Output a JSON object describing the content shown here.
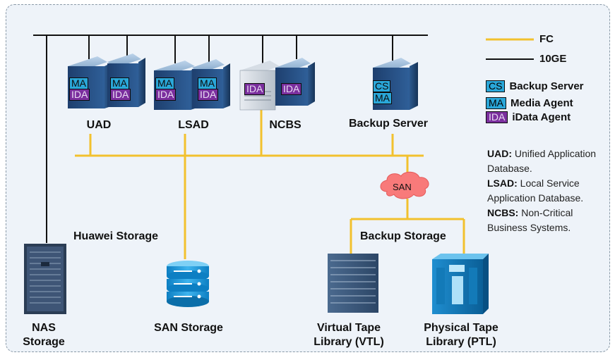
{
  "legend": {
    "fc": "FC",
    "tenge": "10GE",
    "cs_tag": "CS",
    "cs_label": "Backup Server",
    "ma_tag": "MA",
    "ma_label": "Media Agent",
    "ida_tag": "IDA",
    "ida_label": "iData Agent"
  },
  "colors": {
    "fc_line": "#f2c12e",
    "ge_line": "#111111",
    "ma_fill": "#2aa7d9",
    "ida_fill": "#7b2f9e",
    "san_cloud": "#f87a7a"
  },
  "servers": {
    "uad": "UAD",
    "lsad": "LSAD",
    "ncbs": "NCBS",
    "backup_server": "Backup Server"
  },
  "tags": {
    "ma": "MA",
    "ida": "IDA",
    "cs": "CS"
  },
  "notes": [
    {
      "abbr": "UAD:",
      "text": " Unified Application Database."
    },
    {
      "abbr": "LSAD:",
      "text": " Local Service Application Database."
    },
    {
      "abbr": "NCBS:",
      "text": " Non-Critical Business Systems."
    }
  ],
  "san": "SAN",
  "groups": {
    "huawei_storage": "Huawei Storage",
    "backup_storage": "Backup Storage"
  },
  "devices": {
    "nas_line1": "NAS",
    "nas_line2": "Storage",
    "san_storage": "SAN Storage",
    "vtl_line1": "Virtual Tape",
    "vtl_line2": "Library (VTL)",
    "ptl_line1": "Physical Tape",
    "ptl_line2": "Library (PTL)"
  }
}
